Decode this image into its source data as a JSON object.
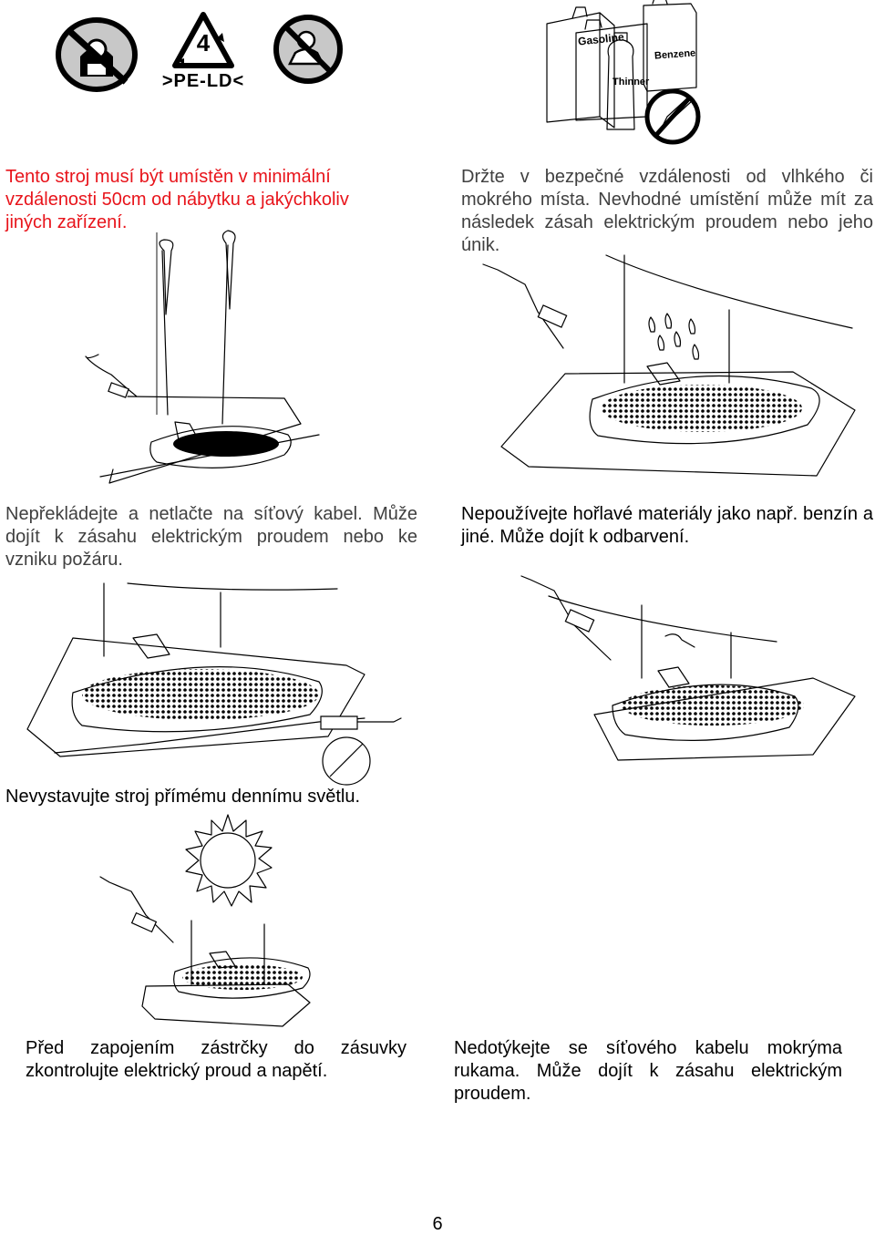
{
  "icons": {
    "no_child_icon": "no-child-icon",
    "recycle_icon": "recycle-pe-ld-icon",
    "no_baby_icon": "no-baby-icon",
    "recycle_number": "4",
    "recycle_code": ">PE-LD<",
    "flammables": {
      "gasoline": "Gasoline",
      "thinner": "Thinner",
      "benzene": "Benzene"
    }
  },
  "warnings": {
    "distance": "Tento stroj musí být umístěn v minimální vzdálenosti 50cm od nábytku a jakýchkoliv jiných zařízení.",
    "moisture": "Držte v bezpečné vzdálenosti od vlhkého či mokrého místa. Nevhodné umístění může mít za následek zásah elektrickým proudem nebo jeho únik.",
    "cable": "Nepřekládejte a netlačte na síťový kabel. Může dojít k zásahu elektrickým proudem nebo ke vzniku požáru.",
    "flammable": "Nepoužívejte hořlavé materiály jako např. benzín a jiné. Může dojít k odbarvení.",
    "sunlight": "Nevystavujte stroj přímému dennímu světlu.",
    "voltage": "Před zapojením zástrčky do zásuvky zkontrolujte elektrický proud a napětí.",
    "wet_hands": "Nedotýkejte se síťového kabelu mokrýma rukama. Může dojít k zásahu elektrickým proudem."
  },
  "page_number": "6",
  "colors": {
    "warning_red": "#e8141b",
    "text_gray": "#404040"
  }
}
